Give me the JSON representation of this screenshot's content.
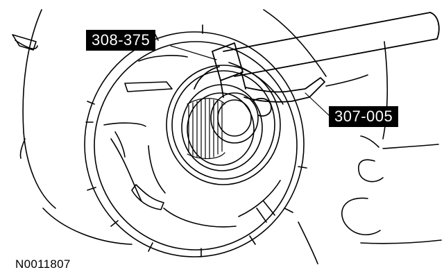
{
  "callouts": {
    "tool_a": "308-375",
    "tool_b": "307-005"
  },
  "figure_id": "N0011807",
  "colors": {
    "line": "#000000",
    "background": "#ffffff",
    "label_bg": "#000000",
    "label_text": "#ffffff"
  }
}
